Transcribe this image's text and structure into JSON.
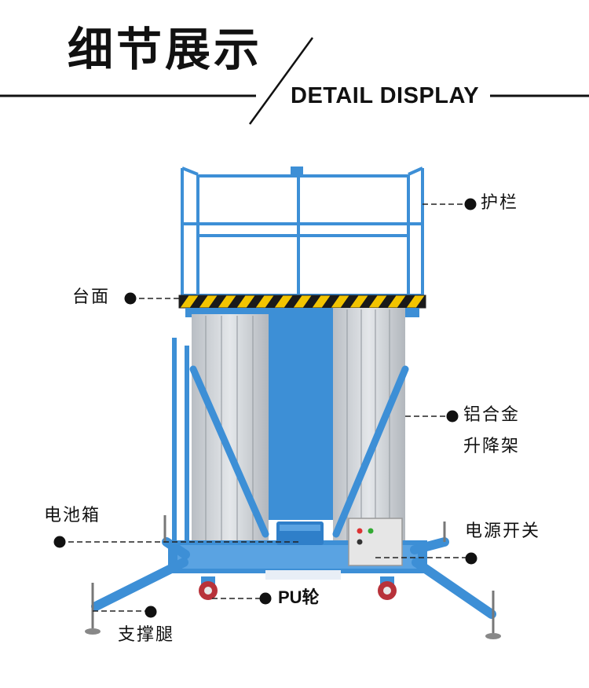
{
  "header": {
    "title": "细节展示",
    "subtitle": "DETAIL DISPLAY"
  },
  "labels": {
    "guardrail": "护栏",
    "platform": "台面",
    "mast_line1": "铝合金",
    "mast_line2": "升降架",
    "battery_box": "电池箱",
    "power_switch": "电源开关",
    "pu_wheel": "PU轮",
    "outrigger": "支撑腿"
  },
  "colors": {
    "frame_blue": "#3d8fd6",
    "mast_silver": "#c9cdd2",
    "hazard_yellow": "#f2c400",
    "text": "#111111"
  }
}
